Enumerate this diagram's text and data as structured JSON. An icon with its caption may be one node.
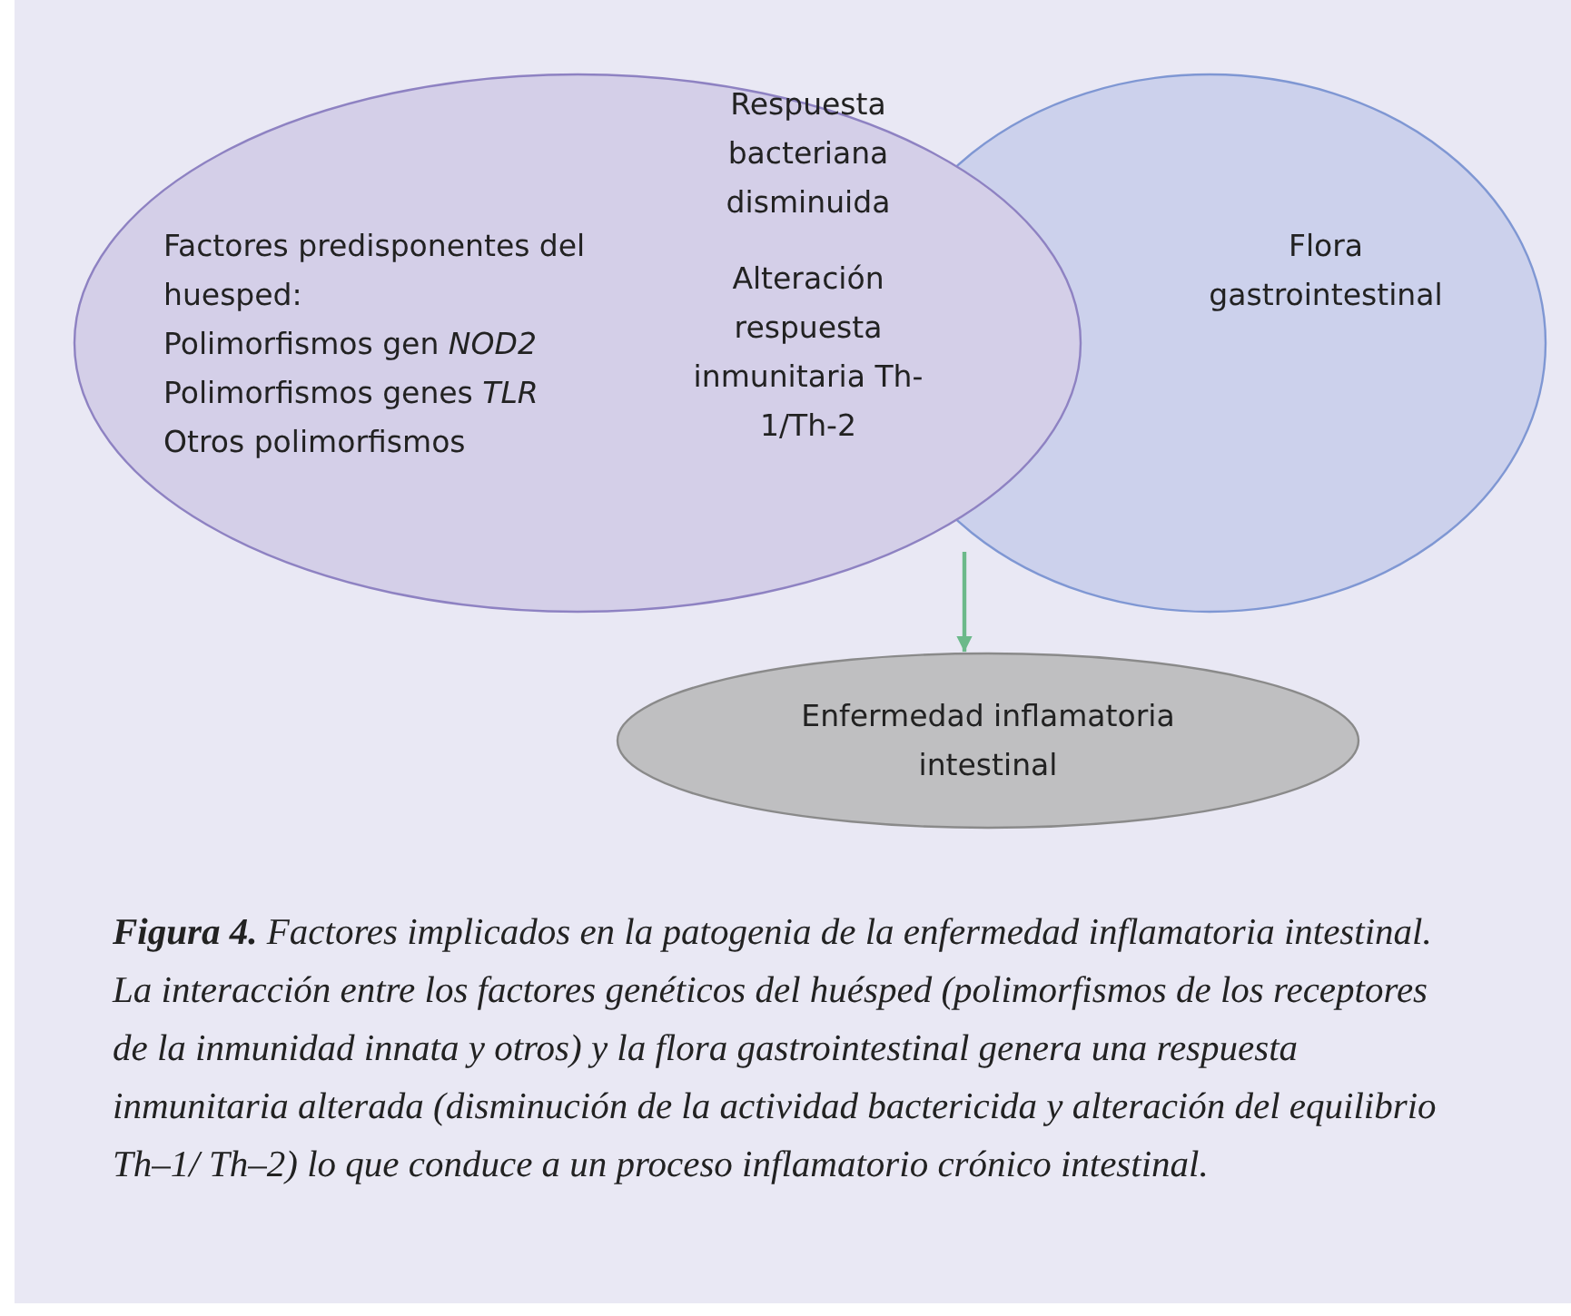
{
  "diagram": {
    "caption": "**Figura 4.** Factores implicados en la patogenia de la enfermedad inflamatoria intestinal. La interacción entre los factores genéticos del huésped (polimorfismos de los receptores de la inmunidad innata y otros) y la flora gastrointestinal genera una respuesta inmunitaria alterada (disminución de la actividad bactericida y alteración del equilibrio Th–1/ Th–2) lo que conduce a un proceso inflamatorio crónico intestinal.",
    "nodes": [
      {
        "text": [
          "Factores predisponentes del huesped:",
          "Polimorfismos gen *NOD2*",
          "Polimorfismos genes *TLR*",
          "Otros polimorfismos"
        ]
      },
      {
        "text": [
          "Flora gastrointestinal"
        ]
      },
      {
        "text": [
          "Enfermedad inflamatoria intestinal"
        ]
      }
    ],
    "edges": [
      {
        "from": 1,
        "to": 2,
        "arrow": "to",
        "color": "#6cb98a"
      }
    ],
    "labels": [
      "Respuesta bacteriana disminuida",
      "Alteración respuesta inmunitaria Th-1/Th-2"
    ]
  }
}
